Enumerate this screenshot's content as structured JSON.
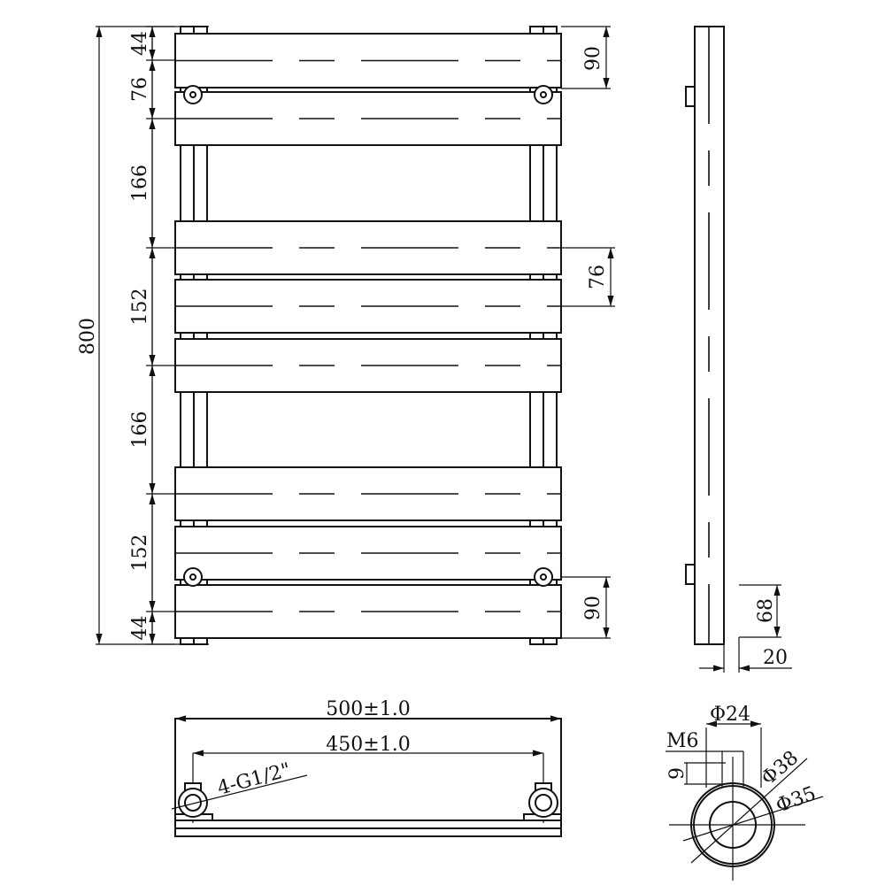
{
  "front_view": {
    "overall_height": "800",
    "left_dims": [
      "44",
      "76",
      "166",
      "152",
      "166",
      "152",
      "44"
    ],
    "right_dims": {
      "top": "90",
      "middle": "76",
      "bottom": "90"
    }
  },
  "side_view": {
    "fin_height": "68",
    "fin_depth": "20"
  },
  "bottom_view": {
    "overall_width": "500±1.0",
    "centers": "450±1.0",
    "connections": "4-G1/2\""
  },
  "pipe_detail": {
    "d_outer": "Φ24",
    "thread": "M6",
    "offset": "9",
    "d38": "Φ38",
    "d35": "Φ35"
  }
}
